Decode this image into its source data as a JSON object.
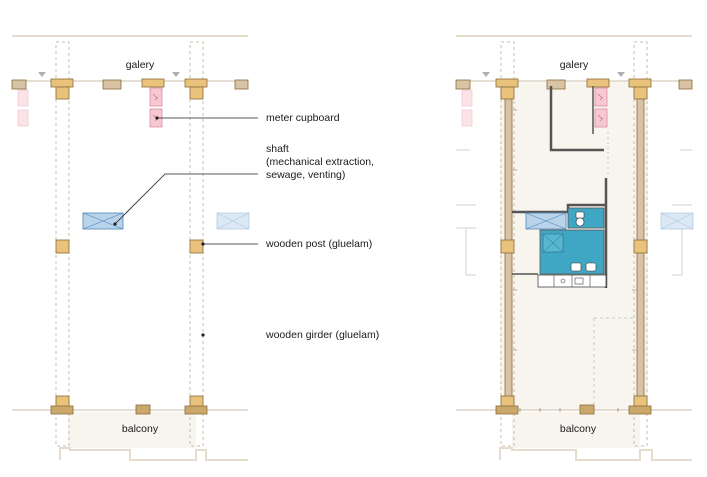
{
  "left_plan": {
    "top_label": "galery",
    "bottom_label": "balcony"
  },
  "right_plan": {
    "top_label": "galery",
    "bottom_label": "balcony"
  },
  "annotations": {
    "meter": "meter cupboard",
    "shaft_line1": "shaft",
    "shaft_line2": "(mechanical extraction,",
    "shaft_line3": "sewage, venting)",
    "post": "wooden post (gluelam)",
    "girder": "wooden girder (gluelam)"
  },
  "colors": {
    "wood_fill": "#e9c27c",
    "wood_stroke": "#8a6d3b",
    "beam_fill": "#d8c4a4",
    "shaft_fill": "#b8d3ea",
    "shaft_stroke": "#4f86b8",
    "wet_fill": "#3fa6c4",
    "meter_fill": "#f6c9d1",
    "meter_stroke": "#e08aa0",
    "floor_fill": "#f8f5ef",
    "wall": "#555555"
  }
}
